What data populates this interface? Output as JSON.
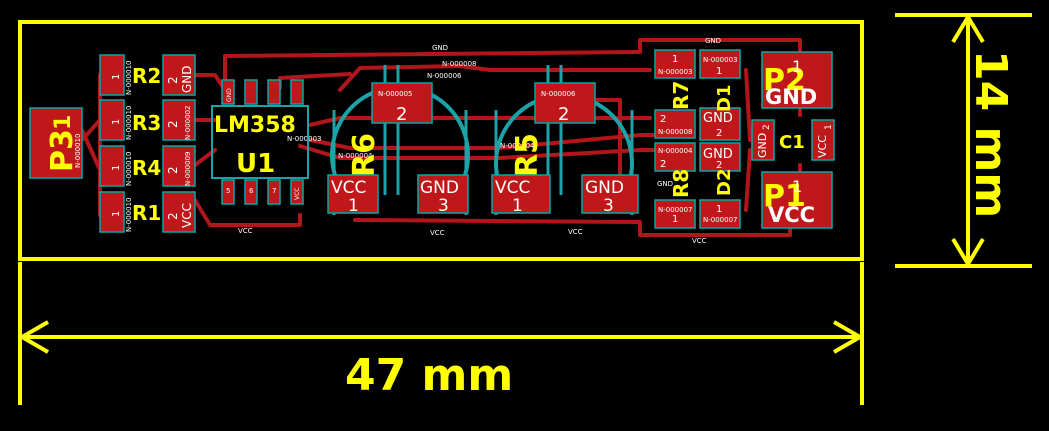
{
  "dimensions": {
    "width_label": "47 mm",
    "height_label": "14 mm"
  },
  "colors": {
    "background": "#000000",
    "silkscreen": "#ffff00",
    "copper": "#c0181a",
    "outline": "#1ba3a8",
    "label": "#ffffff"
  },
  "ic": {
    "ref": "U1",
    "value": "LM358",
    "pins_top": [
      "GND",
      "",
      "",
      ""
    ],
    "pins_bottom": [
      "5",
      "6",
      "7",
      "VCC"
    ]
  },
  "pots": [
    {
      "ref": "R6",
      "center_pin": "2",
      "center_net": "N-000005",
      "pin_vcc": "VCC",
      "pin_vcc_num": "1",
      "pin_gnd": "GND",
      "pin_gnd_num": "3"
    },
    {
      "ref": "R5",
      "center_pin": "2",
      "center_net": "N-000006",
      "pin_vcc": "VCC",
      "pin_vcc_num": "1",
      "pin_gnd": "GND",
      "pin_gnd_num": "3"
    }
  ],
  "left_resistors": [
    {
      "ref": "R2",
      "net": "N-000010",
      "pin1": "1",
      "pin2": "2",
      "net2": "GND"
    },
    {
      "ref": "R3",
      "net": "N-000010",
      "pin1": "1",
      "pin2": "2",
      "net2": "N-000002"
    },
    {
      "ref": "R4",
      "net": "N-000010",
      "pin1": "1",
      "pin2": "2",
      "net2": "N-000009"
    },
    {
      "ref": "R1",
      "net": "N-000010",
      "pin1": "1",
      "pin2": "2",
      "net2": "VCC"
    }
  ],
  "connector_p3": {
    "ref": "P3",
    "pin": "1",
    "net": "N-000010"
  },
  "connector_p2": {
    "ref": "P2",
    "pin": "1",
    "net": "GND"
  },
  "connector_p1": {
    "ref": "P1",
    "pin": "1",
    "net": "VCC"
  },
  "right_parts": {
    "r7": {
      "ref": "R7",
      "net1": "N-000003",
      "net2": "N-000008"
    },
    "r8": {
      "ref": "R8",
      "net1": "N-000004",
      "net2": "N-000007"
    },
    "d1": {
      "ref": "D1",
      "net1": "N-000003",
      "pin_label": "GND"
    },
    "d2": {
      "ref": "D2",
      "net1": "N-000007",
      "pin_label": "GND"
    },
    "c1": {
      "ref": "C1",
      "pin1": "GND",
      "pin1_num": "2",
      "pin2": "VCC",
      "pin2_num": "1"
    }
  },
  "nets": {
    "gnd": "GND",
    "vcc": "VCC",
    "n3": "N-000003",
    "n4": "N-000004",
    "n5": "N-000005",
    "n6": "N-000006",
    "n7": "N-000007",
    "n8": "N-000008",
    "n6b": "N-000006"
  },
  "digits": {
    "one": "1",
    "two": "2"
  }
}
